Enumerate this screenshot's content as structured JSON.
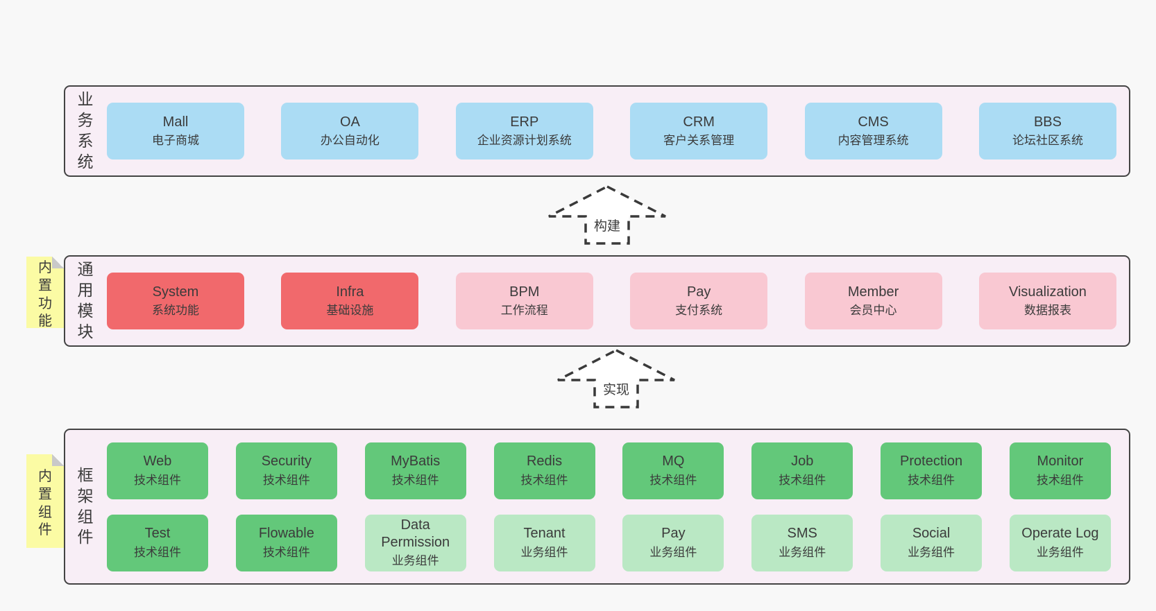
{
  "colors": {
    "page_bg": "#f8f8f8",
    "layer_bg": "#f8eef6",
    "layer_border": "#444444",
    "blue_box": "#abdcf4",
    "red_box": "#f1696c",
    "pink_box": "#f9c8d2",
    "green_box": "#63c87a",
    "light_green_box": "#bae8c4",
    "sticky_bg": "#fbfba4",
    "sticky_fold": "#c9c9c9",
    "text": "#3b3b3b"
  },
  "layer1": {
    "label": "业务系统",
    "boxes": [
      {
        "title": "Mall",
        "subtitle": "电子商城"
      },
      {
        "title": "OA",
        "subtitle": "办公自动化"
      },
      {
        "title": "ERP",
        "subtitle": "企业资源计划系统"
      },
      {
        "title": "CRM",
        "subtitle": "客户关系管理"
      },
      {
        "title": "CMS",
        "subtitle": "内容管理系统"
      },
      {
        "title": "BBS",
        "subtitle": "论坛社区系统"
      }
    ]
  },
  "arrow1": {
    "label": "构建"
  },
  "layer2": {
    "label": "通用模块",
    "sticky": "内置功能",
    "boxes": [
      {
        "title": "System",
        "subtitle": "系统功能",
        "color": "red"
      },
      {
        "title": "Infra",
        "subtitle": "基础设施",
        "color": "red"
      },
      {
        "title": "BPM",
        "subtitle": "工作流程",
        "color": "pink"
      },
      {
        "title": "Pay",
        "subtitle": "支付系统",
        "color": "pink"
      },
      {
        "title": "Member",
        "subtitle": "会员中心",
        "color": "pink"
      },
      {
        "title": "Visualization",
        "subtitle": "数据报表",
        "color": "pink"
      }
    ]
  },
  "arrow2": {
    "label": "实现"
  },
  "layer3": {
    "label": "框架组件",
    "sticky": "内置组件",
    "row1": [
      {
        "title": "Web",
        "subtitle": "技术组件",
        "color": "green"
      },
      {
        "title": "Security",
        "subtitle": "技术组件",
        "color": "green"
      },
      {
        "title": "MyBatis",
        "subtitle": "技术组件",
        "color": "green"
      },
      {
        "title": "Redis",
        "subtitle": "技术组件",
        "color": "green"
      },
      {
        "title": "MQ",
        "subtitle": "技术组件",
        "color": "green"
      },
      {
        "title": "Job",
        "subtitle": "技术组件",
        "color": "green"
      },
      {
        "title": "Protection",
        "subtitle": "技术组件",
        "color": "green"
      },
      {
        "title": "Monitor",
        "subtitle": "技术组件",
        "color": "green"
      }
    ],
    "row2": [
      {
        "title": "Test",
        "subtitle": "技术组件",
        "color": "green"
      },
      {
        "title": "Flowable",
        "subtitle": "技术组件",
        "color": "green"
      },
      {
        "title": "Data Permission",
        "subtitle": "业务组件",
        "color": "lightgreen"
      },
      {
        "title": "Tenant",
        "subtitle": "业务组件",
        "color": "lightgreen"
      },
      {
        "title": "Pay",
        "subtitle": "业务组件",
        "color": "lightgreen"
      },
      {
        "title": "SMS",
        "subtitle": "业务组件",
        "color": "lightgreen"
      },
      {
        "title": "Social",
        "subtitle": "业务组件",
        "color": "lightgreen"
      },
      {
        "title": "Operate Log",
        "subtitle": "业务组件",
        "color": "lightgreen"
      }
    ]
  }
}
